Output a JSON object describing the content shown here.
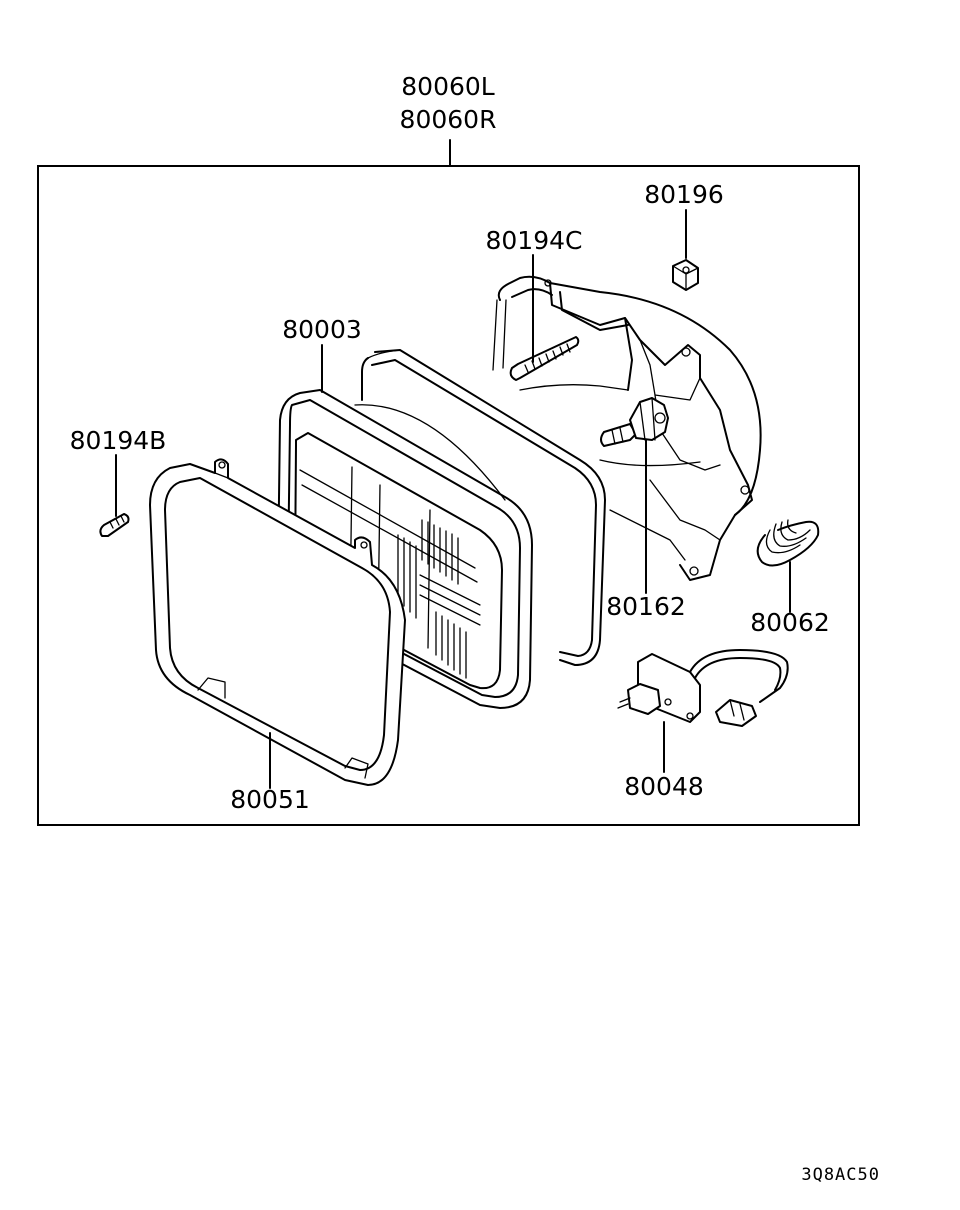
{
  "assembly": {
    "part_left": "80060L",
    "part_right": "80060R"
  },
  "parts": {
    "p80196": "80196",
    "p80194c": "80194C",
    "p80003": "80003",
    "p80194b": "80194B",
    "p80162": "80162",
    "p80062": "80062",
    "p80048": "80048",
    "p80051": "80051"
  },
  "diagram_code": "3Q8AC50"
}
